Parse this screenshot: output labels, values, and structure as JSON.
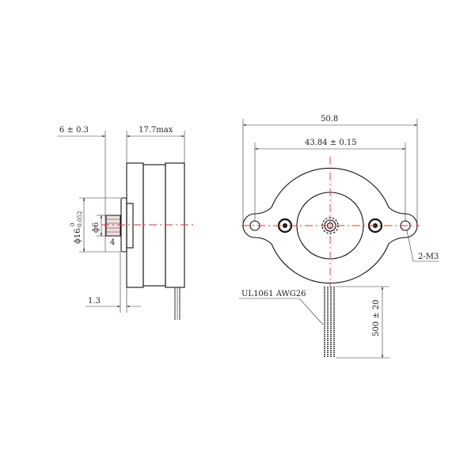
{
  "side_view": {
    "dim_shaft_length": "6 ± 0.3",
    "dim_body_length": "17.7max",
    "dim_flange_dia": "ϕ16",
    "dim_flange_tol_upper": "0",
    "dim_flange_tol_lower": "-0.052",
    "dim_shaft_dia": "ϕ6",
    "dim_gear_width": "4",
    "dim_flange_thickness": "1.3"
  },
  "front_view": {
    "dim_overall_width": "50.8",
    "dim_hole_spacing": "43.84 ± 0.15",
    "mount_holes": "2-M3",
    "wire_spec": "UL1061  AWG26",
    "lead_length": "500 ± 20"
  },
  "colors": {
    "centerline": "#e03040",
    "line": "#111111"
  }
}
